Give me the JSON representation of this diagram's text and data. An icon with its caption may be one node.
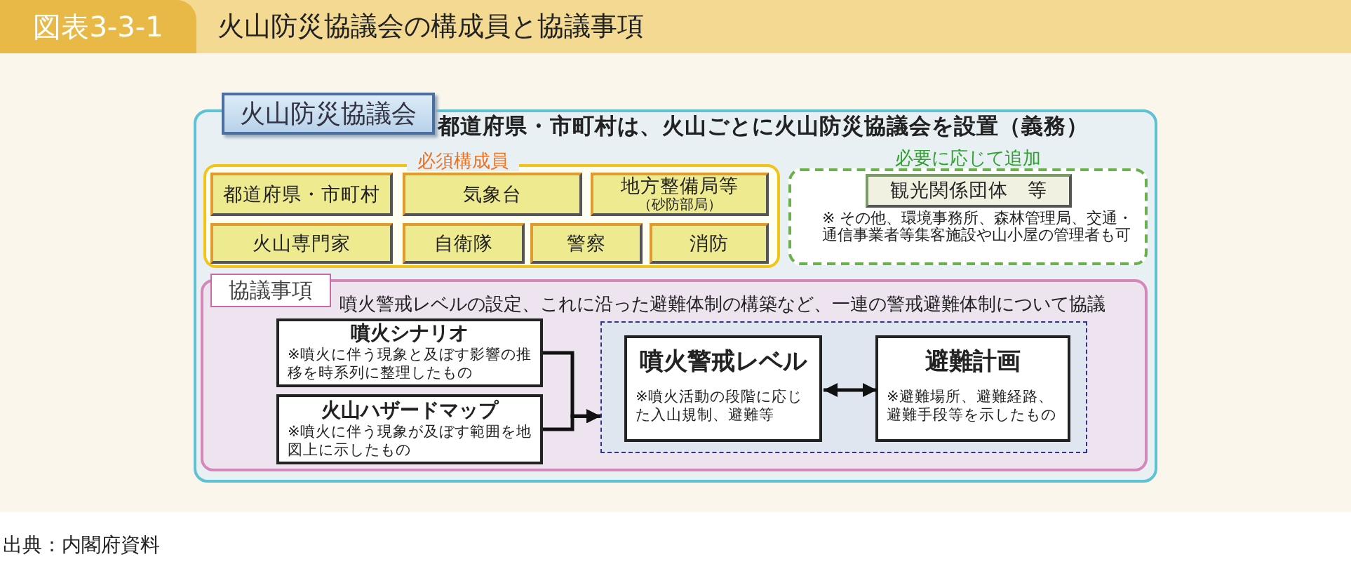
{
  "diagram": {
    "title": "火山防災協議会の構成員と協議事項",
    "caption": "出典：内閣府資料",
    "nodes": [
      {
        "text": [
          "火山防災協議会",
          "都道府県・市町村は、火山ごとに火山防災協議会を設置（義務）"
        ]
      },
      {
        "text": [
          "必須構成員"
        ],
        "in": 0
      },
      {
        "text": [
          "都道府県・市町村"
        ],
        "in": 1
      },
      {
        "text": [
          "気象台"
        ],
        "in": 1
      },
      {
        "text": [
          "地方整備局等",
          "（砂防部局）"
        ],
        "in": 1
      },
      {
        "text": [
          "火山専門家"
        ],
        "in": 1
      },
      {
        "text": [
          "自衛隊"
        ],
        "in": 1
      },
      {
        "text": [
          "警察"
        ],
        "in": 1
      },
      {
        "text": [
          "消防"
        ],
        "in": 1
      },
      {
        "text": [
          "必要に応じて追加",
          "※ その他、環境事務所、森林管理局、交通・通信事業者等集客施設や山小屋の管理者も可"
        ],
        "in": 0
      },
      {
        "text": [
          "観光関係団体　等"
        ],
        "in": 9
      },
      {
        "text": [
          "協議事項",
          "噴火警戒レベルの設定、これに沿った避難体制の構築など、一連の警戒避難体制について協議"
        ],
        "in": 0
      },
      {
        "text": [
          "噴火シナリオ",
          "※噴火に伴う現象と及ぼす影響の推移を時系列に整理したもの"
        ],
        "in": 11
      },
      {
        "text": [
          "火山ハザードマップ",
          "※噴火に伴う現象が及ぼす範囲を地図上に示したもの"
        ],
        "in": 11
      },
      {
        "text": [],
        "shape": "box",
        "in": 11
      },
      {
        "text": [
          "噴火警戒レベル",
          "※噴火活動の段階に応じた入山規制、避難等"
        ],
        "in": 14
      },
      {
        "text": [
          "避難計画",
          "※避難場所、避難経路、避難手段等を示したもの"
        ],
        "in": 14
      }
    ],
    "edges": [
      {
        "from": 12,
        "to": 14,
        "arrow": "to"
      },
      {
        "from": 13,
        "to": 14,
        "arrow": "to"
      },
      {
        "from": 15,
        "to": 16,
        "arrow": "both"
      }
    ],
    "labels": [
      "図表3-3-1"
    ]
  }
}
